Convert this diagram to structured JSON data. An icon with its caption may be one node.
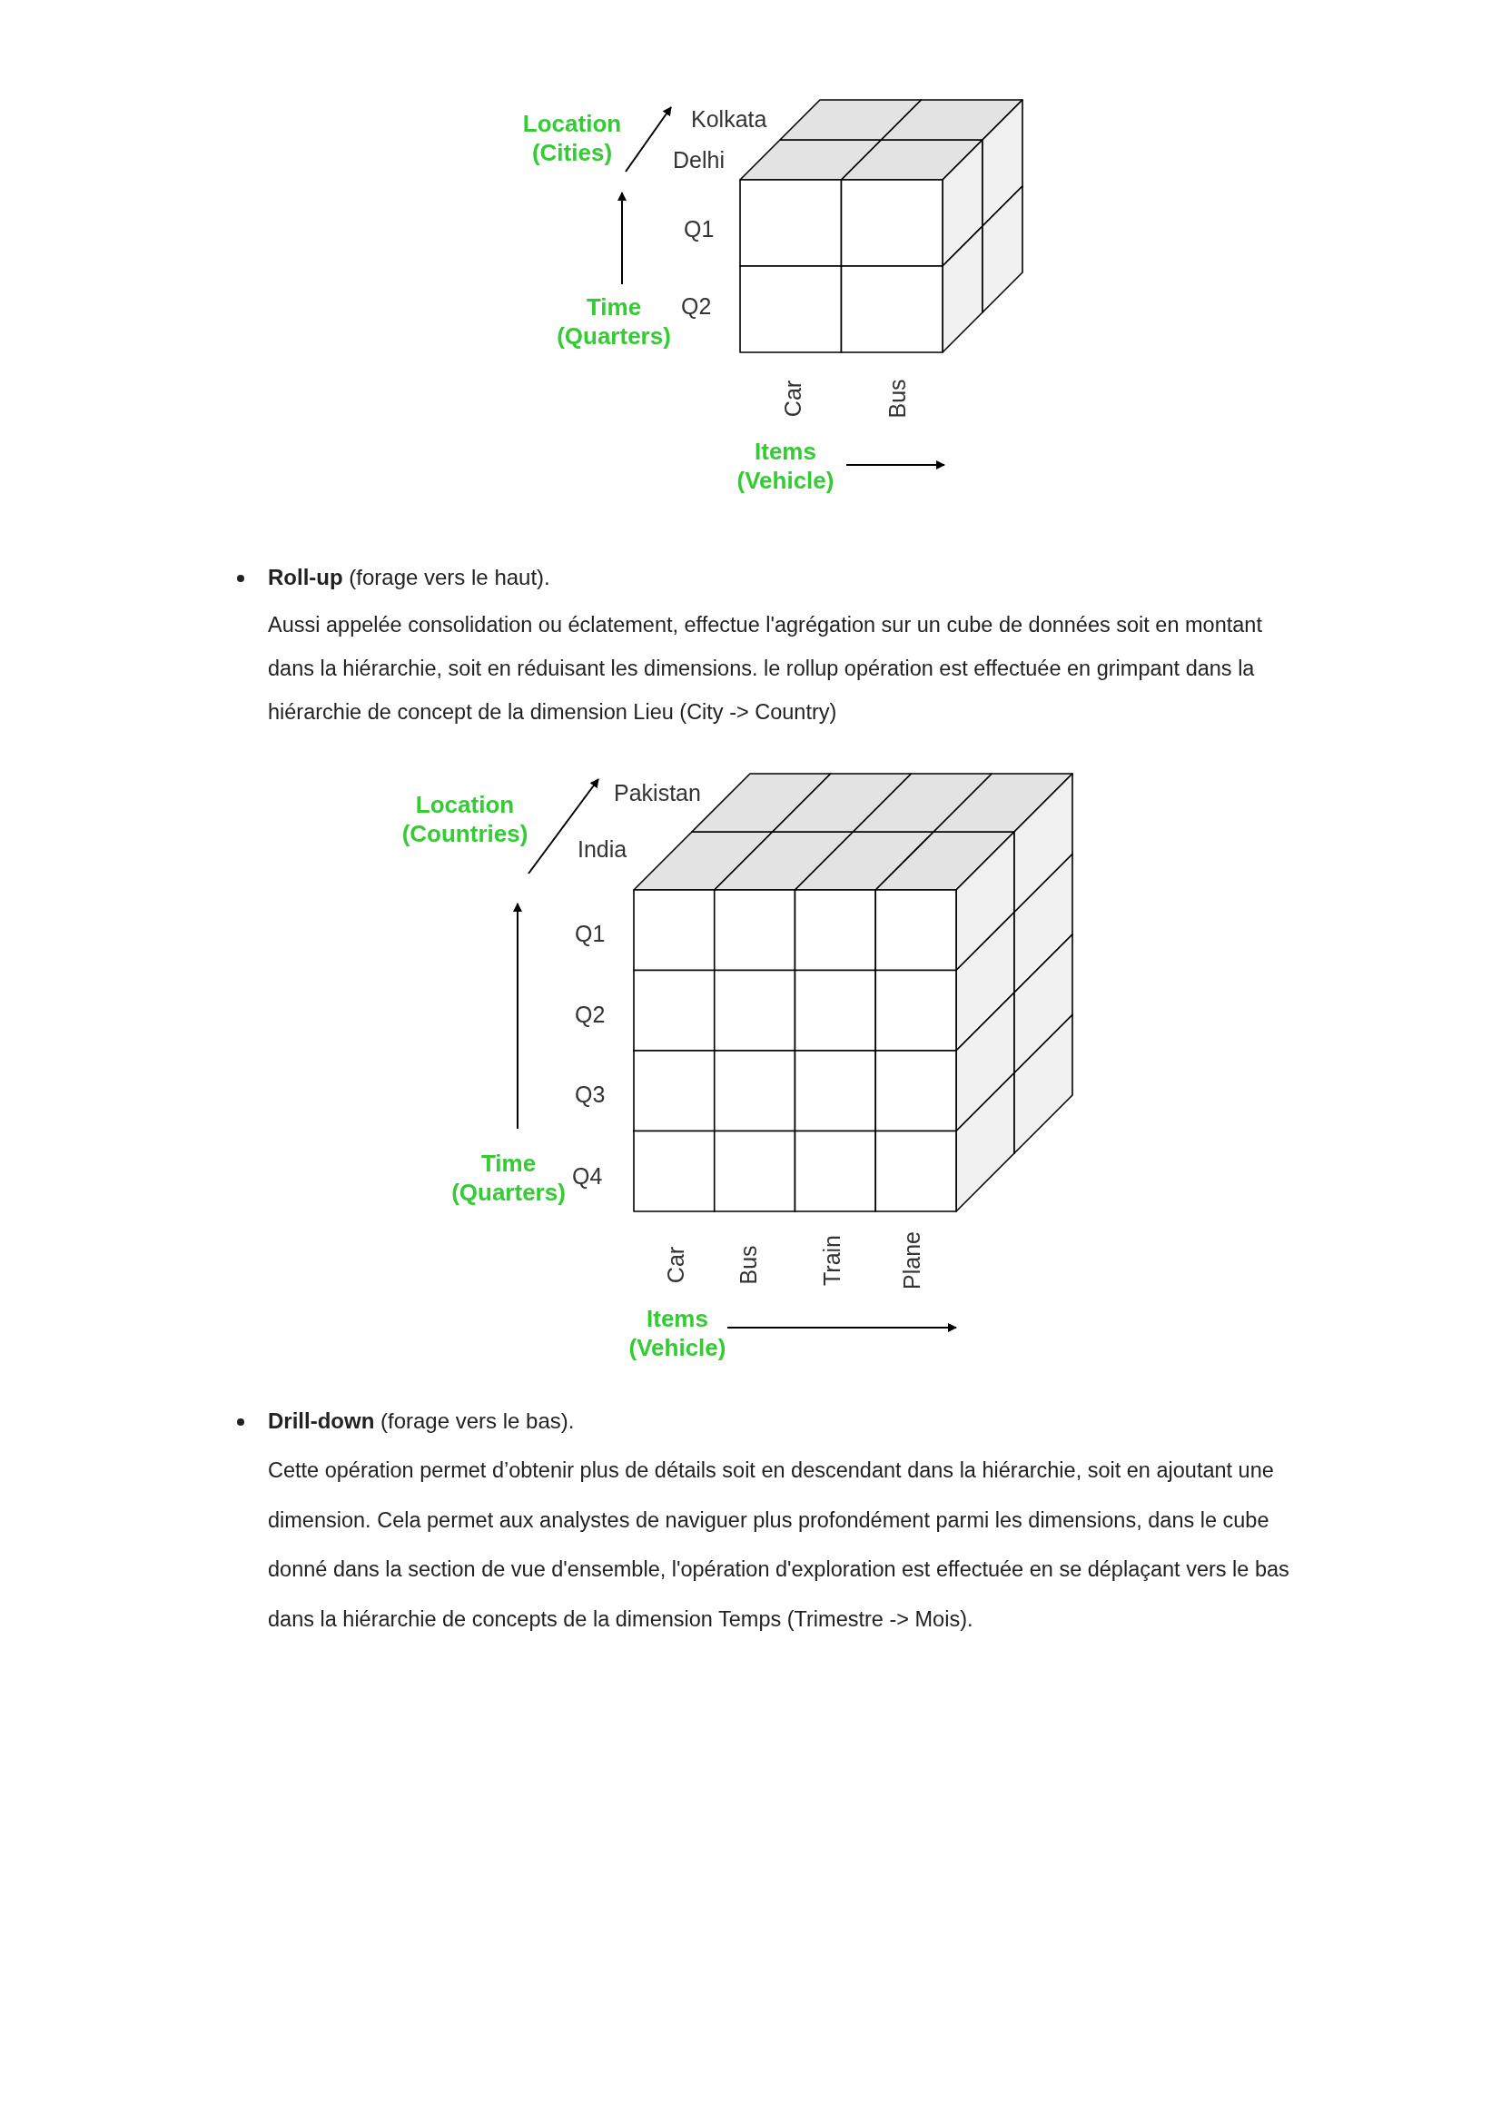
{
  "diagram": {
    "labels": [
      "Location (Cities)",
      "Kolkata",
      "Delhi",
      "Q1",
      "Time (Quarters)",
      "Q2",
      "Car",
      "Bus",
      "Items (Vehicle)",
      "**Roll-up** (forage vers le haut).",
      "Aussi appelée consolidation ou éclatement, effectue l'agrégation sur un cube de données soit en montant dans la hiérarchie, soit en réduisant les dimensions. le rollup opération est effectuée en grimpant dans la hiérarchie de concept de la dimension Lieu (City -> Country)",
      "Location (Countries)",
      "Pakistan",
      "India",
      "Q1",
      "Q2",
      "Q3",
      "Time (Quarters)",
      "Q4",
      "Car",
      "Bus",
      "Train",
      "Plane",
      "Items (Vehicle)",
      "**Drill-down** (forage vers le bas).",
      "Cette opération permet d’obtenir plus de détails soit en descendant dans la hiérarchie, soit en ajoutant une dimension. Cela permet aux analystes de naviguer plus profondément parmi les dimensions, dans le cube donné dans la section de vue d'ensemble, l'opération d'exploration est effectuée en se déplaçant vers le bas dans la hiérarchie de concepts de la dimension Temps (Trimestre -> Mois)."
    ]
  }
}
